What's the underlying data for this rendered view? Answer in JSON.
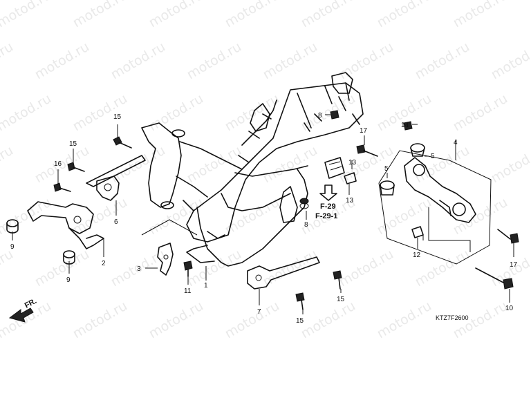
{
  "watermark": "motod.ru",
  "diagram_code": "KTZ7F2600",
  "direction_label": "FR.",
  "refs": [
    "F-29",
    "F-29-1"
  ],
  "callouts": [
    {
      "text": "1"
    },
    {
      "text": "2"
    },
    {
      "text": "3"
    },
    {
      "text": "4"
    },
    {
      "text": "5"
    },
    {
      "text": "5"
    },
    {
      "text": "6"
    },
    {
      "text": "7"
    },
    {
      "text": "8"
    },
    {
      "text": "8"
    },
    {
      "text": "9"
    },
    {
      "text": "9"
    },
    {
      "text": "10"
    },
    {
      "text": "11"
    },
    {
      "text": "12"
    },
    {
      "text": "13"
    },
    {
      "text": "13"
    },
    {
      "text": "14"
    },
    {
      "text": "15"
    },
    {
      "text": "15"
    },
    {
      "text": "15"
    },
    {
      "text": "15"
    },
    {
      "text": "16"
    },
    {
      "text": "17"
    },
    {
      "text": "17"
    }
  ]
}
